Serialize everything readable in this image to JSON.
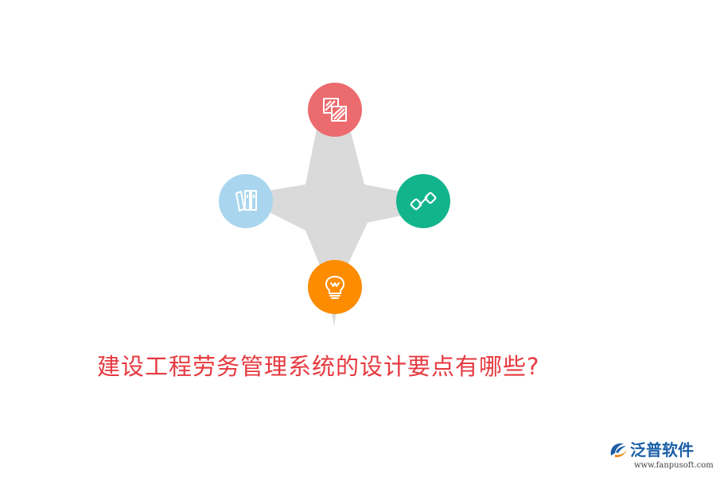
{
  "headline": "建设工程劳务管理系统的设计要点有哪些?",
  "diagram": {
    "nodes": [
      {
        "name": "top",
        "icon": "layers-icon",
        "color": "#ec6b6e"
      },
      {
        "name": "left",
        "icon": "books-icon",
        "color": "#a9d6ee"
      },
      {
        "name": "right",
        "icon": "link-icon",
        "color": "#12b48c"
      },
      {
        "name": "bottom",
        "icon": "lightbulb-icon",
        "color": "#fd8c00"
      }
    ],
    "star_color": "#dadada"
  },
  "brand": {
    "name": "泛普软件",
    "domain": "www.fanpusoft.com",
    "logo_icon": "fanpu-logo-icon",
    "colors": {
      "blue": "#1b5fa8",
      "orange": "#f08a1a"
    }
  }
}
